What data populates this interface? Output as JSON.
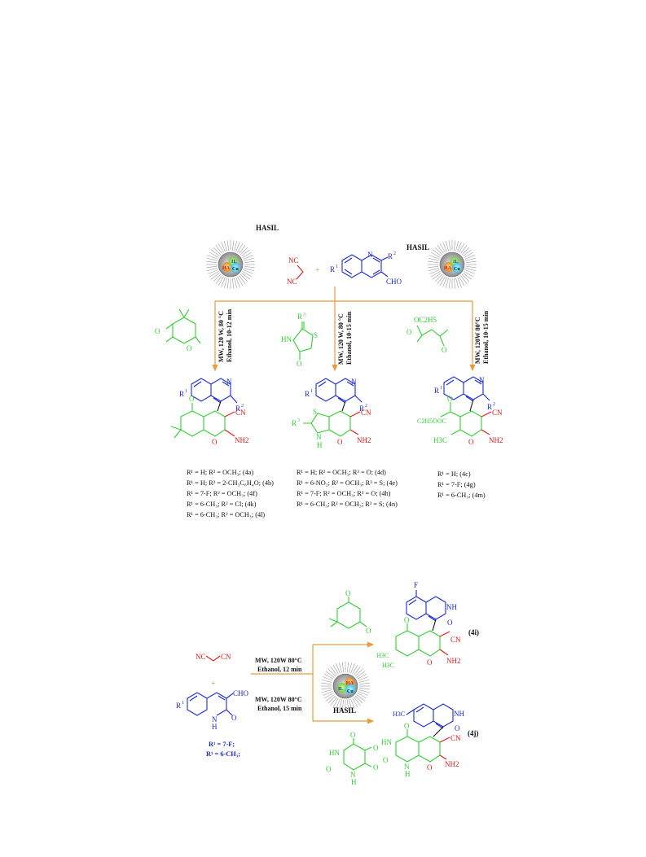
{
  "catalyst": {
    "label": "HASIL",
    "core_labels": {
      "il": "IL",
      "ha": "HA",
      "cu": "Cu"
    }
  },
  "top_scheme": {
    "reagent_malononitrile": {
      "nc_top": "NC",
      "nc_bottom": "NC"
    },
    "plus": "+",
    "quinoline": {
      "r1": "R",
      "r1_sup": "1",
      "n": "N",
      "r2": "R",
      "r2_sup": "2",
      "cho": "CHO"
    },
    "conditions": {
      "left": [
        "MW, 120 W, 80 °C",
        "Ethanol, 10-12 min"
      ],
      "middle": [
        "MW, 120 W, 80 °C",
        "Ethanol, 10-15 min"
      ],
      "right": [
        "MW,  120W  80°C",
        "Ethanol, 10-15 min"
      ]
    },
    "reagents": {
      "left": {
        "o1": "O",
        "o2": "O"
      },
      "middle": {
        "r3": "R",
        "r3_sup": "3",
        "hn": "HN",
        "s": "S",
        "o": "O"
      },
      "right": {
        "oc2h5": "OC2H5",
        "o1": "O",
        "o2": "O"
      }
    },
    "products": {
      "left": {
        "r1": "R",
        "r1_sup": "1",
        "n": "N",
        "r2": "R",
        "r2_sup": "2",
        "o_keto": "O",
        "cn": "CN",
        "o_ring": "O",
        "nh2": "NH2"
      },
      "middle": {
        "r1": "R",
        "r1_sup": "1",
        "n": "N",
        "r2": "R",
        "r2_sup": "2",
        "s": "S",
        "r3": "R",
        "r3_sup": "3",
        "n2": "N",
        "h": "H",
        "cn": "CN",
        "o_ring": "O",
        "nh2": "NH2"
      },
      "right": {
        "r1": "R",
        "r1_sup": "1",
        "n": "N",
        "r2": "R",
        "r2_sup": "2",
        "ester": "C2H5OOC",
        "o_keto": "O",
        "cn": "CN",
        "h3c": "H3C",
        "o_ring": "O",
        "nh2": "NH2"
      }
    },
    "substituents": {
      "left": [
        "R¹ = H;  R² = OCH₃; (4a)",
        "R¹ = H; R² = 2-CH₃C₆H₄O; (4b)",
        "R¹ = 7-F; R² = OCH₃; (4f)",
        "R¹ = 6-CH₃; R² = Cl; (4k)",
        "R¹ = 6-CH₃; R² = OCH₃; (4l)"
      ],
      "middle": [
        "R¹ = H; R² = OCH₃; R³ = O; (4d)",
        "R¹ = 6-NO₂; R² = OCH₃; R³ = S; (4e)",
        "R¹ = 7-F; R² = OCH₃; R³ = O; (4h)",
        "R¹ = 6-CH₃; R² = OCH₃; R³ = S; (4n)"
      ],
      "right": [
        "R¹ = H; (4c)",
        "R¹ = 7-F; (4g)",
        "R¹ = 6-CH₃; (4m)"
      ]
    }
  },
  "bottom_scheme": {
    "malononitrile": {
      "nc": "NC",
      "cn": "CN"
    },
    "plus": "+",
    "quinolone": {
      "r1": "R",
      "r1_sup": "1",
      "cho": "CHO",
      "n": "N",
      "h": "H",
      "o": "O"
    },
    "r1_values": [
      "R¹ = 7-F;",
      "R¹ = 6-CH₃;"
    ],
    "conditions_top": [
      "MW, 120W 80°C",
      "Ethanol, 12 min"
    ],
    "conditions_bottom": [
      "MW, 120W 80°C",
      "Ethanol, 15 min"
    ],
    "dimedone": {
      "o1": "O",
      "o2": "O"
    },
    "barbituric": {
      "hn": "HN",
      "o1": "O",
      "o2": "O",
      "o3": "O",
      "n": "N",
      "h": "H"
    },
    "product_4i": {
      "label": "(4i)",
      "f": "F",
      "nh": "NH",
      "o_lactam": "O",
      "o_keto": "O",
      "cn": "CN",
      "h3c_1": "H3C",
      "h3c_2": "H3C",
      "o_ring": "O",
      "nh2": "NH2"
    },
    "product_4j": {
      "label": "(4j)",
      "h3c": "H3C",
      "nh": "NH",
      "o_lactam": "O",
      "hn": "HN",
      "o_keto": "O",
      "cn": "CN",
      "o_urea": "O",
      "n": "N",
      "h": "H",
      "o_ring": "O",
      "nh2": "NH2"
    }
  },
  "colors": {
    "quinoline": "#1a2bd6",
    "malononitrile": "#e21b1b",
    "nucleophile": "#2fd12f",
    "arrows": "#e89a3c"
  }
}
